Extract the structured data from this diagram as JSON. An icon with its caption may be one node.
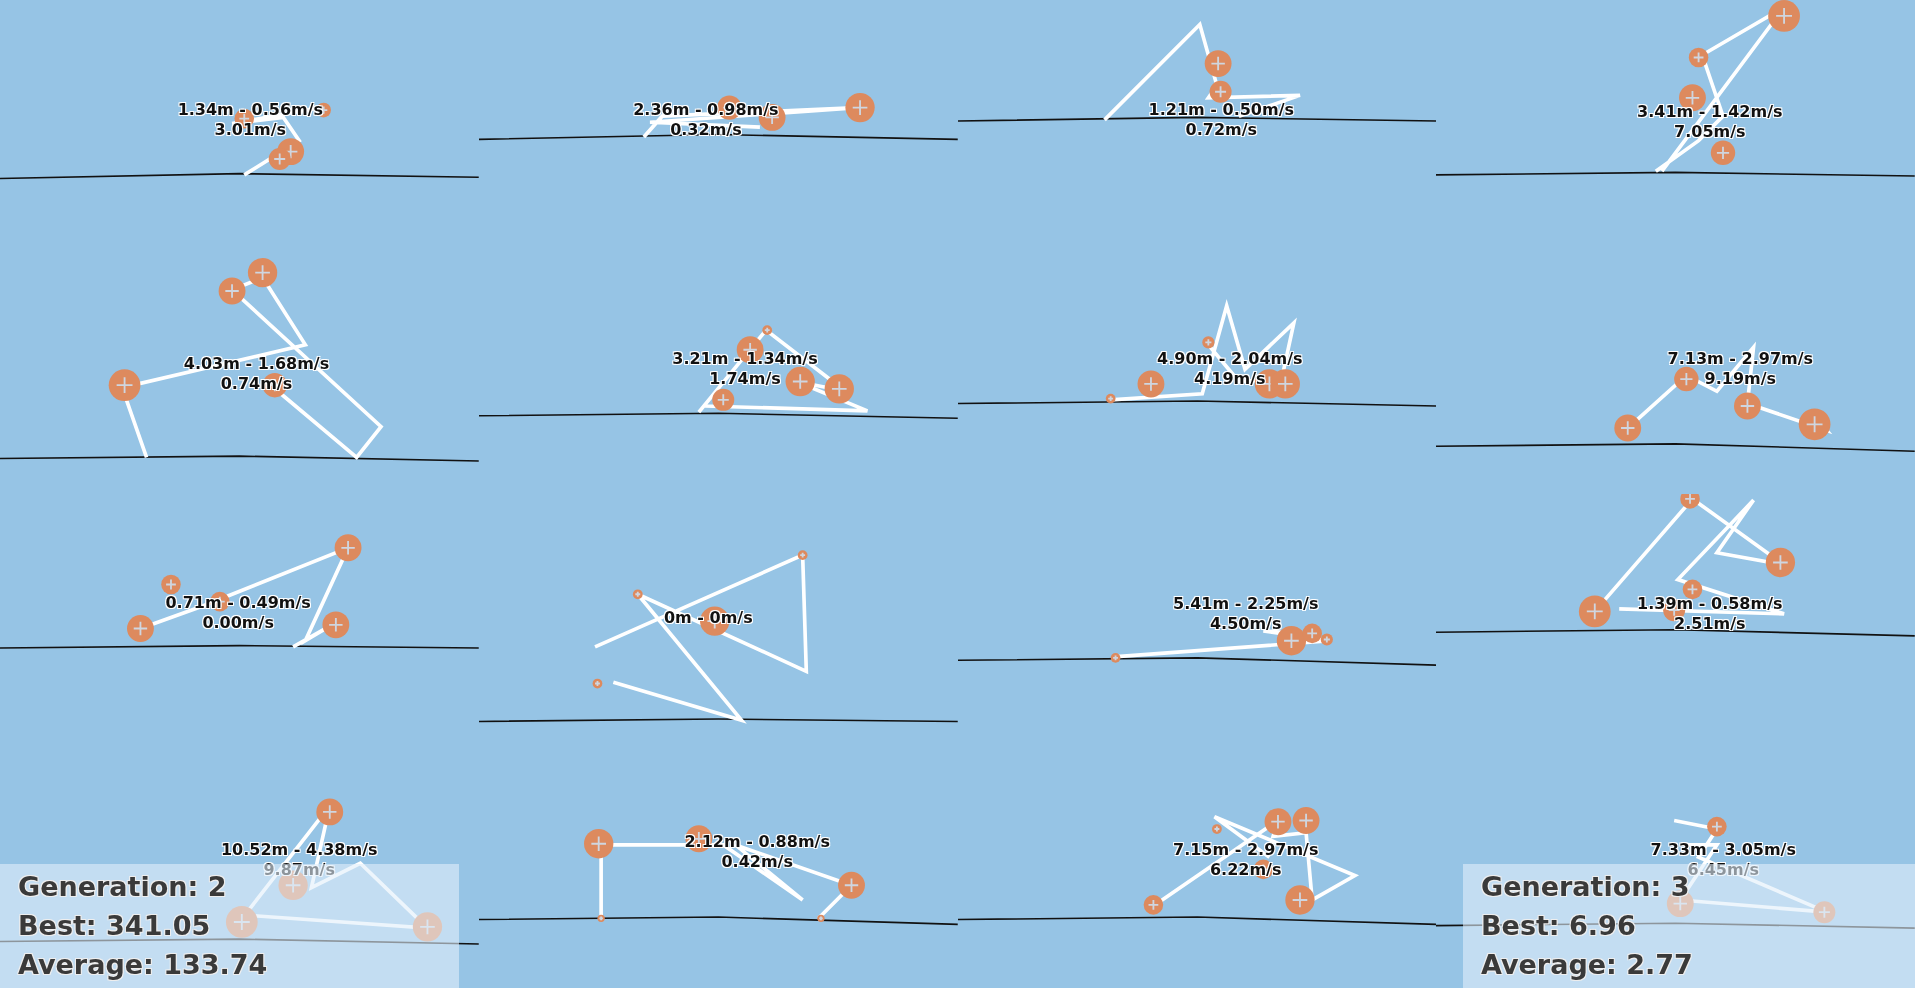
{
  "diagram": {
    "nodes": [
      {
        "text": [
          "Generation: 2",
          "Best: 341.05",
          "Average: 133.74"
        ]
      },
      {
        "text": [
          "Generation: 3",
          "Best: 6.96",
          "Average: 2.77"
        ]
      }
    ],
    "labels": [
      "1.34m - 0.56m/s",
      "3.01m/s",
      "2.36m - 0.98m/s",
      "0.32m/s",
      "1.21m - 0.50m/s",
      "0.72m/s",
      "3.41m - 1.42m/s",
      "7.05m/s",
      "4.03m - 1.68m/s",
      "0.74m/s",
      "3.21m - 1.34m/s",
      "1.74m/s",
      "4.90m - 2.04m/s",
      "4.19m/s",
      "7.13m - 2.97m/s",
      "9.19m/s",
      "0.71m - 0.49m/s",
      "0.00m/s",
      "0m - 0m/s",
      "5.41m - 2.25m/s",
      "4.50m/s",
      "1.39m - 0.58m/s",
      "2.51m/s",
      "10.52m - 4.38m/s",
      "9.87m/s",
      "2.12m - 0.88m/s",
      "0.42m/s",
      "7.15m - 2.97m/s",
      "6.22m/s",
      "7.33m - 3.05m/s",
      "6.45m/s"
    ]
  }
}
